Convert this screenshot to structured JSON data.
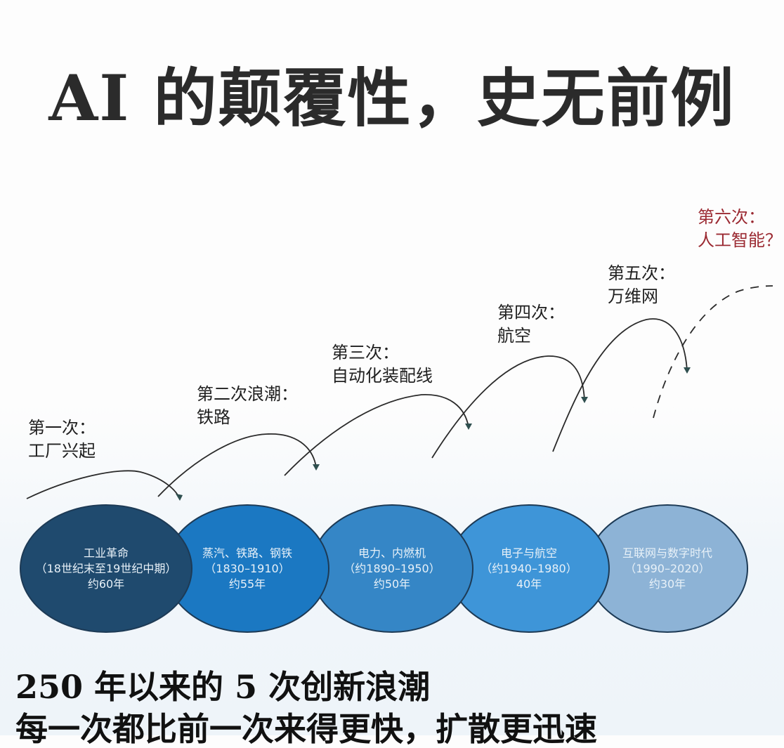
{
  "title": "AI 的颠覆性，史无前例",
  "waves": [
    {
      "label_line1": "第一次：",
      "label_line2": "工厂兴起",
      "era": "工业革命",
      "period": "（18世纪末至19世纪中期）",
      "duration": "约60年",
      "color": "#1f4a6e"
    },
    {
      "label_line1": "第二次浪潮：",
      "label_line2": "铁路",
      "era": "蒸汽、铁路、钢铁",
      "period": "（1830–1910）",
      "duration": "约55年",
      "color": "#1b78c2"
    },
    {
      "label_line1": "第三次：",
      "label_line2": "自动化装配线",
      "era": "电力、内燃机",
      "period": "（约1890–1950）",
      "duration": "约50年",
      "color": "#3586c6"
    },
    {
      "label_line1": "第四次：",
      "label_line2": "航空",
      "era": "电子与航空",
      "period": "（约1940–1980）",
      "duration": "40年",
      "color": "#3e95d8"
    },
    {
      "label_line1": "第五次：",
      "label_line2": "万维网",
      "era": "互联网与数字时代",
      "period": "（1990–2020）",
      "duration": "约30年",
      "color": "#8db3d6"
    }
  ],
  "future_wave": {
    "label_line1": "第六次：",
    "label_line2": "人工智能？",
    "color": "#9b2a32"
  },
  "footer": {
    "line1": "250 年以来的 5 次创新浪潮",
    "line2": "每一次都比前一次来得更快，扩散更迅速"
  }
}
